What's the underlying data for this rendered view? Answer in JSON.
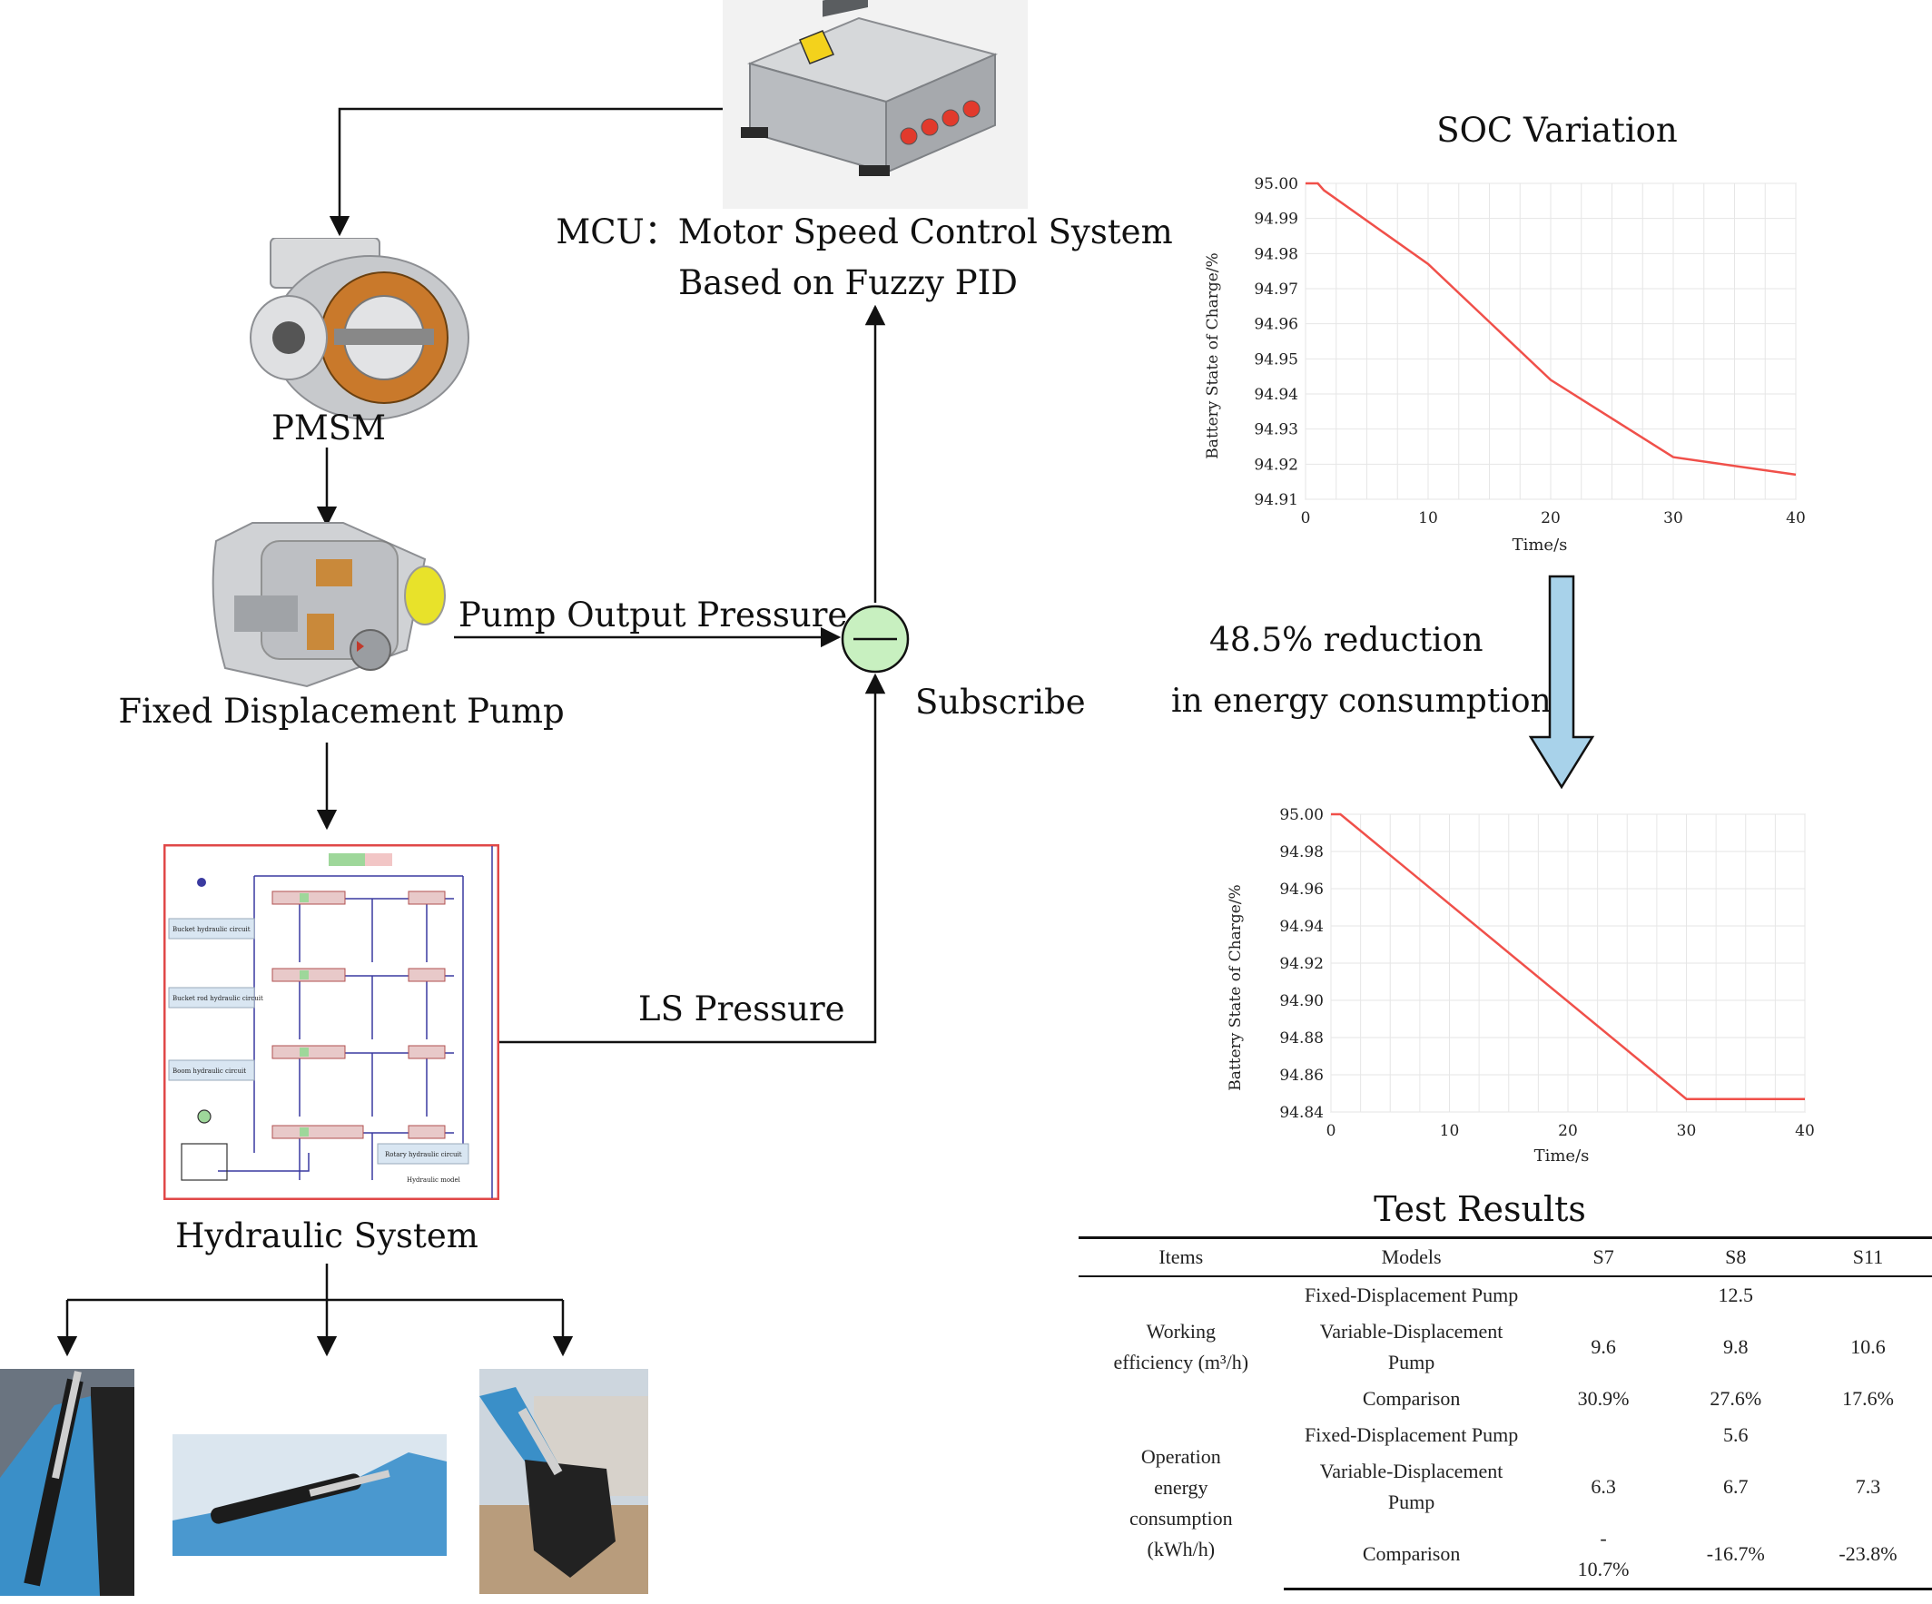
{
  "flow": {
    "mcu_line1": "MCU：Motor Speed Control System",
    "mcu_line2": "Based on Fuzzy PID",
    "pmsm": "PMSM",
    "pump": "Fixed Displacement Pump",
    "pump_output": "Pump Output Pressure",
    "subscribe": "Subscribe",
    "ls_pressure": "LS Pressure",
    "hydraulic_system": "Hydraulic System"
  },
  "hydraulic_model": {
    "labels": [
      "Bucket hydraulic circuit",
      "Bucket rod hydraulic circuit",
      "Boom hydraulic circuit",
      "Rotary hydraulic circuit",
      "Hydraulic model"
    ]
  },
  "reduction": {
    "line1": "48.5% reduction",
    "line2": "in energy consumption"
  },
  "chart_data": [
    {
      "type": "line",
      "title": "SOC Variation",
      "xlabel": "Time/s",
      "ylabel": "Battery State of Charge/%",
      "xlim": [
        0,
        40
      ],
      "ylim": [
        94.91,
        95.0
      ],
      "xticks": [
        "0",
        "10",
        "20",
        "30",
        "40"
      ],
      "yticks": [
        "94.91",
        "94.92",
        "94.93",
        "94.94",
        "94.95",
        "94.96",
        "94.97",
        "94.98",
        "94.99",
        "95.00"
      ],
      "grid": true,
      "series": [
        {
          "color": "#f0504a",
          "x": [
            0,
            1,
            1.5,
            10,
            20,
            30,
            40
          ],
          "y": [
            95.0,
            95.0,
            94.998,
            94.977,
            94.944,
            94.922,
            94.917
          ]
        }
      ]
    },
    {
      "type": "line",
      "title": "",
      "xlabel": "Time/s",
      "ylabel": "Battery State of Charge/%",
      "xlim": [
        0,
        40
      ],
      "ylim": [
        94.84,
        95.0
      ],
      "xticks": [
        "0",
        "10",
        "20",
        "30",
        "40"
      ],
      "yticks": [
        "94.84",
        "94.86",
        "94.88",
        "94.90",
        "94.92",
        "94.94",
        "94.96",
        "94.98",
        "95.00"
      ],
      "grid": true,
      "series": [
        {
          "color": "#f0504a",
          "x": [
            0,
            0.8,
            30,
            40
          ],
          "y": [
            95.0,
            95.0,
            94.847,
            94.847
          ]
        }
      ]
    }
  ],
  "table": {
    "title": "Test Results",
    "headers": [
      "Items",
      "Models",
      "S7",
      "S8",
      "S11"
    ],
    "efficiency_item_a": "Working",
    "efficiency_item_b": "efficiency (m³/h)",
    "energy_item_a": "Operation",
    "energy_item_b": "energy",
    "energy_item_c": "consumption",
    "energy_item_d": "(kWh/h)",
    "fixed_label": "Fixed-Displacement Pump",
    "variable_label_a": "Variable-Displacement",
    "variable_label_b": "Pump",
    "comparison_label": "Comparison",
    "eff_fixed": "12.5",
    "eff_variable": [
      "9.6",
      "9.8",
      "10.6"
    ],
    "eff_comparison": [
      "30.9%",
      "27.6%",
      "17.6%"
    ],
    "energy_fixed": "5.6",
    "energy_variable": [
      "6.3",
      "6.7",
      "7.3"
    ],
    "energy_comparison_s7_a": "-",
    "energy_comparison_s7_b": "10.7%",
    "energy_comparison": [
      "-16.7%",
      "-23.8%"
    ]
  },
  "colors": {
    "soc_line": "#f0504a",
    "subtract_fill": "#c8f0c0",
    "arrow_fill": "#a8d2ea",
    "model_border": "#e04848",
    "model_line": "#3a3aa0"
  }
}
